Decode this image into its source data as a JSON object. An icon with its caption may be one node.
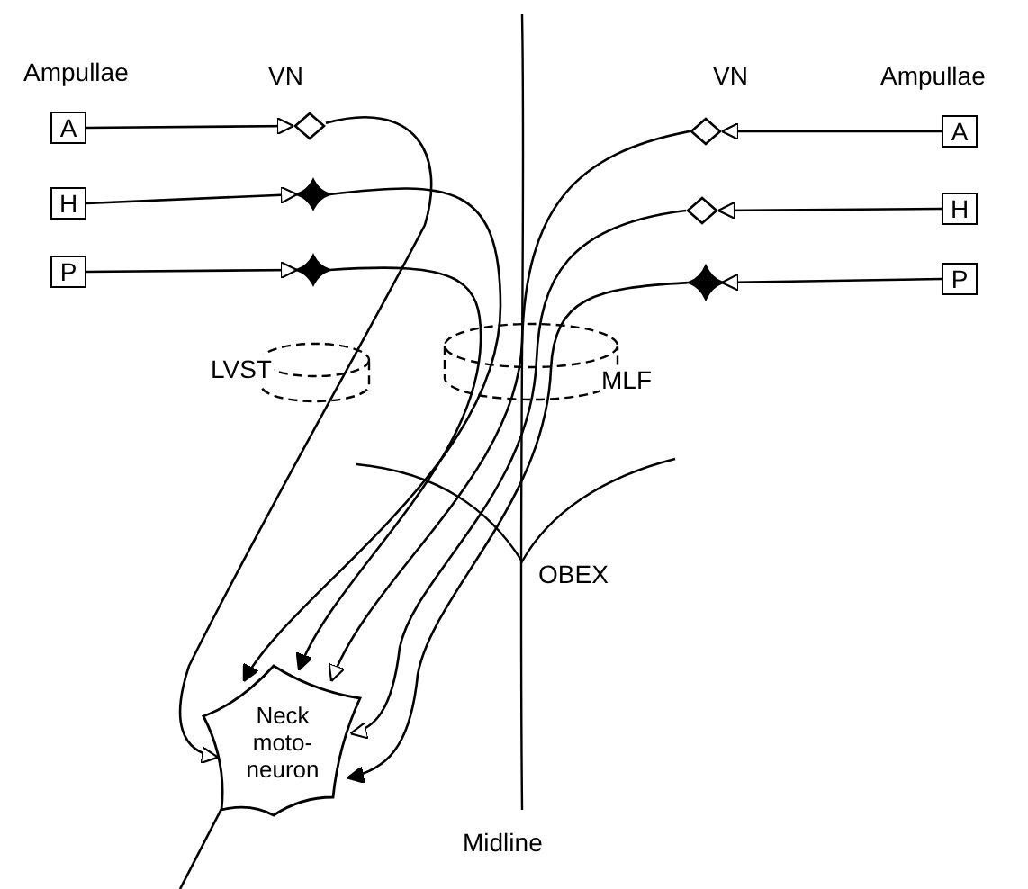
{
  "diagram": {
    "nodes": [
      {
        "text": [
          "A"
        ]
      },
      {
        "text": [
          "H"
        ]
      },
      {
        "text": [
          "P"
        ]
      },
      {
        "text": [
          "A"
        ]
      },
      {
        "text": [
          "H"
        ]
      },
      {
        "text": [
          "P"
        ]
      },
      {
        "text": [],
        "shape": "diamond"
      },
      {
        "text": [],
        "shape": "star"
      },
      {
        "text": [],
        "shape": "star"
      },
      {
        "text": [],
        "shape": "diamond"
      },
      {
        "text": [],
        "shape": "diamond"
      },
      {
        "text": [],
        "shape": "star"
      },
      {
        "text": [
          "Neck moto- neuron"
        ]
      }
    ],
    "edges": [
      {
        "from": 0,
        "to": 6,
        "arrow": "to"
      },
      {
        "from": 1,
        "to": 7,
        "arrow": "to"
      },
      {
        "from": 2,
        "to": 8,
        "arrow": "to"
      },
      {
        "from": 3,
        "to": 9,
        "arrow": "to"
      },
      {
        "from": 4,
        "to": 10,
        "arrow": "to"
      },
      {
        "from": 5,
        "to": 11,
        "arrow": "to"
      },
      {
        "from": 6,
        "to": 12,
        "arrow": "to"
      },
      {
        "from": 7,
        "to": 12,
        "arrow": "to"
      },
      {
        "from": 8,
        "to": 12,
        "arrow": "to"
      },
      {
        "from": 9,
        "to": 12,
        "arrow": "to"
      },
      {
        "from": 10,
        "to": 12,
        "arrow": "to"
      },
      {
        "from": 11,
        "to": 12,
        "arrow": "to"
      },
      {
        "from": 12,
        "to": null,
        "arrow": "none"
      }
    ],
    "labels": [
      "Ampullae",
      "VN",
      "VN",
      "Ampullae",
      "LVST",
      "MLF",
      "OBEX",
      "Midline"
    ]
  }
}
